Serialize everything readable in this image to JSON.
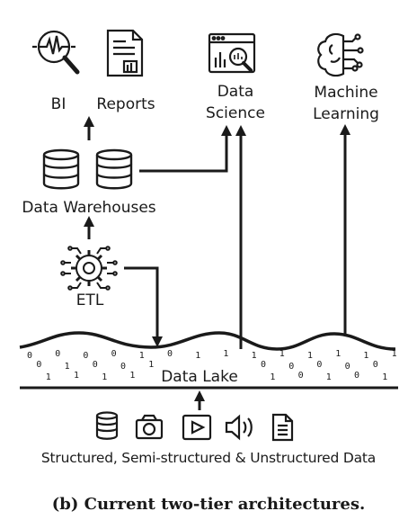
{
  "labels": {
    "bi": "BI",
    "reports": "Reports",
    "data_science_line1": "Data",
    "data_science_line2": "Science",
    "machine_learning_line1": "Machine",
    "machine_learning_line2": "Learning",
    "data_warehouses": "Data Warehouses",
    "etl": "ETL",
    "data_lake": "Data Lake",
    "sources": "Structured, Semi-structured & Unstructured Data"
  },
  "caption": "(b) Current two-tier architectures.",
  "icons": {
    "bi": "analytics-magnifier-icon",
    "reports": "report-document-icon",
    "data_science": "data-science-chart-icon",
    "machine_learning": "brain-circuit-icon",
    "warehouse": "database-icon",
    "etl": "gear-circuit-icon",
    "source_structured": "database-icon",
    "source_image": "camera-icon",
    "source_video": "video-play-icon",
    "source_audio": "speaker-icon",
    "source_text": "text-document-icon"
  },
  "binary_bits": [
    "0",
    "0",
    "1",
    "0",
    "1",
    "1",
    "0",
    "0",
    "1",
    "0",
    "0",
    "1",
    "1",
    "1",
    "0",
    "0",
    "1",
    "0",
    "1",
    "1",
    "0",
    "1",
    "0",
    "1",
    "1",
    "0",
    "1",
    "1",
    "0",
    "0",
    "1",
    "0",
    "1",
    "1",
    "0",
    "0",
    "1",
    "0",
    "1",
    "1"
  ],
  "colors": {
    "ink": "#1a1a1a",
    "background": "#ffffff"
  }
}
